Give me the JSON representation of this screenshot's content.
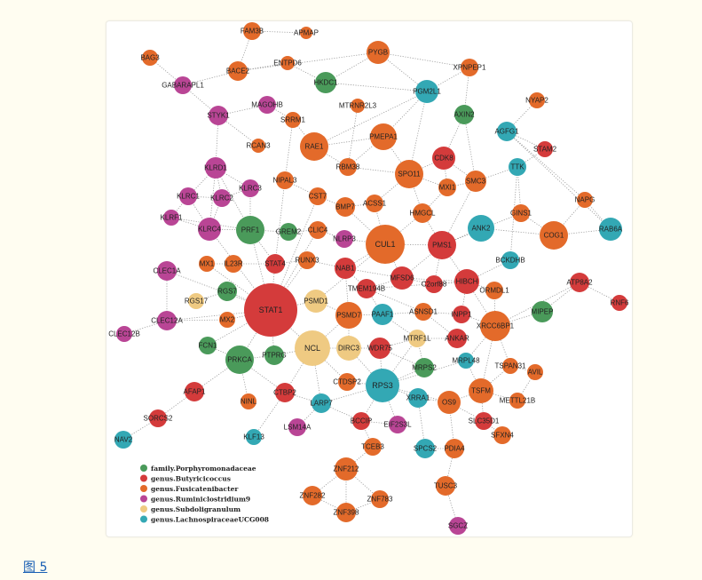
{
  "caption": {
    "label": "图 5"
  },
  "colors": {
    "green": "#4a9a5a",
    "red": "#d43b3b",
    "orange": "#e36a2a",
    "magenta": "#b94595",
    "yellow": "#efca82",
    "teal": "#33a8b4",
    "edge": "#9a9a9a"
  },
  "legend": [
    {
      "label": "family.Porphyromonadaceae",
      "color": "#4a9a5a"
    },
    {
      "label": "genus.Butyricicoccus",
      "color": "#d43b3b"
    },
    {
      "label": "genus.Fusicatenibacter",
      "color": "#e36a2a"
    },
    {
      "label": "genus.Ruminiclostridium9",
      "color": "#b94595"
    },
    {
      "label": "genus.Subdoligranulum",
      "color": "#efca82"
    },
    {
      "label": "genus.LachnospiraceaeUCG008",
      "color": "#33a8b4"
    }
  ],
  "nodes": [
    {
      "id": "FAM3B",
      "g": "orange"
    },
    {
      "id": "APMAP",
      "g": "orange"
    },
    {
      "id": "BAG3",
      "g": "orange"
    },
    {
      "id": "GABARAPL1",
      "g": "magenta"
    },
    {
      "id": "BACE2",
      "g": "orange"
    },
    {
      "id": "ENTPD6",
      "g": "orange"
    },
    {
      "id": "HKDC1",
      "g": "green"
    },
    {
      "id": "PYGB",
      "g": "orange"
    },
    {
      "id": "XPNPEP1",
      "g": "orange"
    },
    {
      "id": "PGM2L1",
      "g": "teal"
    },
    {
      "id": "MAGOHB",
      "g": "magenta"
    },
    {
      "id": "STYK1",
      "g": "magenta"
    },
    {
      "id": "MTRNR2L3",
      "g": "orange"
    },
    {
      "id": "NYAP2",
      "g": "orange"
    },
    {
      "id": "SRRM1",
      "g": "orange"
    },
    {
      "id": "AXIN2",
      "g": "green"
    },
    {
      "id": "AGFG1",
      "g": "teal"
    },
    {
      "id": "RCAN3",
      "g": "orange"
    },
    {
      "id": "RAE1",
      "g": "orange"
    },
    {
      "id": "PMEPA1",
      "g": "orange"
    },
    {
      "id": "STAM2",
      "g": "red"
    },
    {
      "id": "CDK8",
      "g": "red"
    },
    {
      "id": "RBM38",
      "g": "orange"
    },
    {
      "id": "KLRD1",
      "g": "magenta"
    },
    {
      "id": "SPO11",
      "g": "orange"
    },
    {
      "id": "TTK",
      "g": "teal"
    },
    {
      "id": "SMC3",
      "g": "orange"
    },
    {
      "id": "NIPAL3",
      "g": "orange"
    },
    {
      "id": "MXI1",
      "g": "orange"
    },
    {
      "id": "KLRC3",
      "g": "magenta"
    },
    {
      "id": "KLRC1",
      "g": "magenta"
    },
    {
      "id": "KLRC2",
      "g": "magenta"
    },
    {
      "id": "CST7",
      "g": "orange"
    },
    {
      "id": "ACSS1",
      "g": "orange"
    },
    {
      "id": "NAPG",
      "g": "orange"
    },
    {
      "id": "BMP7",
      "g": "orange"
    },
    {
      "id": "HMGCL",
      "g": "orange"
    },
    {
      "id": "GINS1",
      "g": "orange"
    },
    {
      "id": "KLRF1",
      "g": "magenta"
    },
    {
      "id": "PRF1",
      "g": "green"
    },
    {
      "id": "GREM2",
      "g": "green"
    },
    {
      "id": "CLIC4",
      "g": "orange"
    },
    {
      "id": "ANK2",
      "g": "teal"
    },
    {
      "id": "COG1",
      "g": "orange"
    },
    {
      "id": "RAB6A",
      "g": "teal"
    },
    {
      "id": "KLRC4",
      "g": "magenta"
    },
    {
      "id": "NLRP3",
      "g": "magenta"
    },
    {
      "id": "CUL1",
      "g": "orange"
    },
    {
      "id": "PMS1",
      "g": "red"
    },
    {
      "id": "RUNX3",
      "g": "orange"
    },
    {
      "id": "MX1",
      "g": "orange"
    },
    {
      "id": "IL23R",
      "g": "orange"
    },
    {
      "id": "STAT4",
      "g": "red"
    },
    {
      "id": "BCKDHB",
      "g": "teal"
    },
    {
      "id": "CLEC1A",
      "g": "magenta"
    },
    {
      "id": "NAB1",
      "g": "red"
    },
    {
      "id": "MFSD6",
      "g": "red"
    },
    {
      "id": "HIBCH",
      "g": "red"
    },
    {
      "id": "ATP8A2",
      "g": "red"
    },
    {
      "id": "C2orf88",
      "g": "red"
    },
    {
      "id": "TMEM194B",
      "g": "red"
    },
    {
      "id": "ORMDL1",
      "g": "orange"
    },
    {
      "id": "RNF6",
      "g": "red"
    },
    {
      "id": "RGS7",
      "g": "green"
    },
    {
      "id": "RGS17",
      "g": "yellow"
    },
    {
      "id": "PSMD1",
      "g": "yellow"
    },
    {
      "id": "STAT1",
      "g": "red"
    },
    {
      "id": "ASNSD1",
      "g": "orange"
    },
    {
      "id": "INPP1",
      "g": "red"
    },
    {
      "id": "PAAF1",
      "g": "teal"
    },
    {
      "id": "PSMD7",
      "g": "orange"
    },
    {
      "id": "XRCC6BP1",
      "g": "orange"
    },
    {
      "id": "MIPEP",
      "g": "green"
    },
    {
      "id": "CLEC12A",
      "g": "magenta"
    },
    {
      "id": "MX2",
      "g": "orange"
    },
    {
      "id": "CLEC12B",
      "g": "magenta"
    },
    {
      "id": "ANKAR",
      "g": "red"
    },
    {
      "id": "MTRF1L",
      "g": "yellow"
    },
    {
      "id": "FCN1",
      "g": "green"
    },
    {
      "id": "NCL",
      "g": "yellow"
    },
    {
      "id": "DIRC3",
      "g": "yellow"
    },
    {
      "id": "WDR75",
      "g": "red"
    },
    {
      "id": "MRPL48",
      "g": "teal"
    },
    {
      "id": "PRKCA",
      "g": "green"
    },
    {
      "id": "PTPRG",
      "g": "green"
    },
    {
      "id": "MRPS2",
      "g": "green"
    },
    {
      "id": "TSPAN31",
      "g": "orange"
    },
    {
      "id": "AVIL",
      "g": "orange"
    },
    {
      "id": "CTDSP2",
      "g": "orange"
    },
    {
      "id": "RPS3",
      "g": "teal"
    },
    {
      "id": "TSFM",
      "g": "orange"
    },
    {
      "id": "AFAP1",
      "g": "red"
    },
    {
      "id": "CTBP2",
      "g": "red"
    },
    {
      "id": "NINL",
      "g": "orange"
    },
    {
      "id": "LARP7",
      "g": "teal"
    },
    {
      "id": "XRRA1",
      "g": "teal"
    },
    {
      "id": "OS9",
      "g": "orange"
    },
    {
      "id": "METTL21B",
      "g": "orange"
    },
    {
      "id": "SORCS2",
      "g": "red"
    },
    {
      "id": "BCCIP",
      "g": "red"
    },
    {
      "id": "SLC35D1",
      "g": "red"
    },
    {
      "id": "LSM14A",
      "g": "magenta"
    },
    {
      "id": "EIF2S3L",
      "g": "magenta"
    },
    {
      "id": "SFXN4",
      "g": "orange"
    },
    {
      "id": "KLF13",
      "g": "teal"
    },
    {
      "id": "NAV2",
      "g": "teal"
    },
    {
      "id": "TCEB3",
      "g": "orange"
    },
    {
      "id": "SPCS2",
      "g": "teal"
    },
    {
      "id": "PDIA4",
      "g": "orange"
    },
    {
      "id": "ZNF212",
      "g": "orange"
    },
    {
      "id": "TUSC3",
      "g": "orange"
    },
    {
      "id": "ZNF282",
      "g": "orange"
    },
    {
      "id": "ZNF783",
      "g": "orange"
    },
    {
      "id": "ZNF398",
      "g": "orange"
    },
    {
      "id": "SGCZ",
      "g": "magenta"
    }
  ],
  "edges": [
    [
      "FAM3B",
      "APMAP"
    ],
    [
      "FAM3B",
      "BACE2"
    ],
    [
      "BAG3",
      "GABARAPL1"
    ],
    [
      "GABARAPL1",
      "BACE2"
    ],
    [
      "GABARAPL1",
      "STYK1"
    ],
    [
      "BACE2",
      "ENTPD6"
    ],
    [
      "BACE2",
      "PYGB"
    ],
    [
      "ENTPD6",
      "HKDC1"
    ],
    [
      "HKDC1",
      "PYGB"
    ],
    [
      "HKDC1",
      "PGM2L1"
    ],
    [
      "PYGB",
      "XPNPEP1"
    ],
    [
      "PYGB",
      "PGM2L1"
    ],
    [
      "XPNPEP1",
      "PGM2L1"
    ],
    [
      "XPNPEP1",
      "AXIN2"
    ],
    [
      "PGM2L1",
      "PMEPA1"
    ],
    [
      "PGM2L1",
      "RAE1"
    ],
    [
      "PGM2L1",
      "SPO11"
    ],
    [
      "MAGOHB",
      "STYK1"
    ],
    [
      "MAGOHB",
      "SRRM1"
    ],
    [
      "STYK1",
      "KLRD1"
    ],
    [
      "STYK1",
      "RCAN3"
    ],
    [
      "SRRM1",
      "RAE1"
    ],
    [
      "SRRM1",
      "NIPAL3"
    ],
    [
      "MTRNR2L3",
      "RBM38"
    ],
    [
      "NYAP2",
      "AGFG1"
    ],
    [
      "AXIN2",
      "CDK8"
    ],
    [
      "AXIN2",
      "SMC3"
    ],
    [
      "AGFG1",
      "STAM2"
    ],
    [
      "AGFG1",
      "NAPG"
    ],
    [
      "AGFG1",
      "RAB6A"
    ],
    [
      "RAE1",
      "PMEPA1"
    ],
    [
      "RAE1",
      "RBM38"
    ],
    [
      "PMEPA1",
      "RBM38"
    ],
    [
      "PMEPA1",
      "SPO11"
    ],
    [
      "STAM2",
      "TTK"
    ],
    [
      "CDK8",
      "SPO11"
    ],
    [
      "CDK8",
      "MXI1"
    ],
    [
      "CDK8",
      "SMC3"
    ],
    [
      "RBM38",
      "SPO11"
    ],
    [
      "SPO11",
      "MXI1"
    ],
    [
      "SPO11",
      "HMGCL"
    ],
    [
      "SPO11",
      "ACSS1"
    ],
    [
      "TTK",
      "SMC3"
    ],
    [
      "TTK",
      "GINS1"
    ],
    [
      "TTK",
      "BCKDHB"
    ],
    [
      "SMC3",
      "MXI1"
    ],
    [
      "SMC3",
      "PMS1"
    ],
    [
      "NIPAL3",
      "CST7"
    ],
    [
      "NIPAL3",
      "STAT4"
    ],
    [
      "KLRD1",
      "KLRC3"
    ],
    [
      "KLRD1",
      "KLRC2"
    ],
    [
      "KLRD1",
      "KLRC1"
    ],
    [
      "KLRD1",
      "KLRC4"
    ],
    [
      "KLRD1",
      "PRF1"
    ],
    [
      "KLRC1",
      "KLRC2"
    ],
    [
      "KLRC1",
      "KLRF1"
    ],
    [
      "KLRC1",
      "KLRC4"
    ],
    [
      "KLRC2",
      "KLRC3"
    ],
    [
      "KLRC2",
      "KLRC4"
    ],
    [
      "KLRC3",
      "PRF1"
    ],
    [
      "KLRF1",
      "KLRC4"
    ],
    [
      "KLRF1",
      "PRF1"
    ],
    [
      "KLRC4",
      "PRF1"
    ],
    [
      "KLRC4",
      "STAT1"
    ],
    [
      "PRF1",
      "GREM2"
    ],
    [
      "PRF1",
      "STAT4"
    ],
    [
      "PRF1",
      "STAT1"
    ],
    [
      "GREM2",
      "CLIC4"
    ],
    [
      "CST7",
      "BMP7"
    ],
    [
      "CST7",
      "STAT1"
    ],
    [
      "BMP7",
      "ACSS1"
    ],
    [
      "BMP7",
      "CUL1"
    ],
    [
      "HMGCL",
      "CUL1"
    ],
    [
      "HMGCL",
      "PMS1"
    ],
    [
      "ANK2",
      "COG1"
    ],
    [
      "ANK2",
      "PMS1"
    ],
    [
      "COG1",
      "NAPG"
    ],
    [
      "COG1",
      "RAB6A"
    ],
    [
      "COG1",
      "GINS1"
    ],
    [
      "NAPG",
      "RAB6A"
    ],
    [
      "CLIC4",
      "NLRP3"
    ],
    [
      "CLIC4",
      "STAT1"
    ],
    [
      "NLRP3",
      "CUL1"
    ],
    [
      "CUL1",
      "PMS1"
    ],
    [
      "CUL1",
      "NAB1"
    ],
    [
      "CUL1",
      "MFSD6"
    ],
    [
      "CUL1",
      "PSMD1"
    ],
    [
      "PMS1",
      "HIBCH"
    ],
    [
      "PMS1",
      "MFSD6"
    ],
    [
      "PMS1",
      "C2orf88"
    ],
    [
      "RUNX3",
      "STAT4"
    ],
    [
      "RUNX3",
      "STAT1"
    ],
    [
      "RUNX3",
      "NAB1"
    ],
    [
      "MX1",
      "IL23R"
    ],
    [
      "MX1",
      "STAT1"
    ],
    [
      "IL23R",
      "STAT4"
    ],
    [
      "STAT4",
      "STAT1"
    ],
    [
      "BCKDHB",
      "HIBCH"
    ],
    [
      "ATP8A2",
      "RNF6"
    ],
    [
      "ATP8A2",
      "MIPEP"
    ],
    [
      "ATP8A2",
      "XRCC6BP1"
    ],
    [
      "HIBCH",
      "C2orf88"
    ],
    [
      "HIBCH",
      "ORMDL1"
    ],
    [
      "HIBCH",
      "MFSD6"
    ],
    [
      "HIBCH",
      "TMEM194B"
    ],
    [
      "HIBCH",
      "XRCC6BP1"
    ],
    [
      "HIBCH",
      "INPP1"
    ],
    [
      "NAB1",
      "TMEM194B"
    ],
    [
      "NAB1",
      "MFSD6"
    ],
    [
      "NAB1",
      "PSMD7"
    ],
    [
      "TMEM194B",
      "MFSD6"
    ],
    [
      "TMEM194B",
      "PAAF1"
    ],
    [
      "TMEM194B",
      "ASNSD1"
    ],
    [
      "MFSD6",
      "C2orf88"
    ],
    [
      "ORMDL1",
      "XRCC6BP1"
    ],
    [
      "RGS17",
      "RGS7"
    ],
    [
      "RGS7",
      "STAT1"
    ],
    [
      "CLEC1A",
      "STAT1"
    ],
    [
      "CLEC1A",
      "CLEC12A"
    ],
    [
      "CLEC12A",
      "CLEC12B"
    ],
    [
      "CLEC12A",
      "MX2"
    ],
    [
      "CLEC12A",
      "STAT1"
    ],
    [
      "MX2",
      "STAT1"
    ],
    [
      "STAT1",
      "PSMD1"
    ],
    [
      "STAT1",
      "NCL"
    ],
    [
      "STAT1",
      "PTPRG"
    ],
    [
      "STAT1",
      "PRKCA"
    ],
    [
      "STAT1",
      "FCN1"
    ],
    [
      "PSMD1",
      "PSMD7"
    ],
    [
      "PSMD7",
      "PAAF1"
    ],
    [
      "PSMD7",
      "NCL"
    ],
    [
      "PSMD7",
      "DIRC3"
    ],
    [
      "PAAF1",
      "ASNSD1"
    ],
    [
      "PAAF1",
      "MTRF1L"
    ],
    [
      "ASNSD1",
      "INPP1"
    ],
    [
      "ASNSD1",
      "ANKAR"
    ],
    [
      "INPP1",
      "XRCC6BP1"
    ],
    [
      "XRCC6BP1",
      "MIPEP"
    ],
    [
      "XRCC6BP1",
      "MRPL48"
    ],
    [
      "XRCC6BP1",
      "TSFM"
    ],
    [
      "XRCC6BP1",
      "TSPAN31"
    ],
    [
      "ANKAR",
      "MTRF1L"
    ],
    [
      "MTRF1L",
      "MRPS2"
    ],
    [
      "MTRF1L",
      "WDR75"
    ],
    [
      "MTRF1L",
      "RPS3"
    ],
    [
      "NCL",
      "DIRC3"
    ],
    [
      "NCL",
      "PTPRG"
    ],
    [
      "NCL",
      "CTDSP2"
    ],
    [
      "NCL",
      "LARP7"
    ],
    [
      "NCL",
      "CTBP2"
    ],
    [
      "DIRC3",
      "WDR75"
    ],
    [
      "DIRC3",
      "RPS3"
    ],
    [
      "WDR75",
      "RPS3"
    ],
    [
      "WDR75",
      "MRPS2"
    ],
    [
      "MRPL48",
      "TSFM"
    ],
    [
      "MRPL48",
      "RPS3"
    ],
    [
      "PRKCA",
      "FCN1"
    ],
    [
      "PRKCA",
      "PTPRG"
    ],
    [
      "PRKCA",
      "AFAP1"
    ],
    [
      "PRKCA",
      "NINL"
    ],
    [
      "PRKCA",
      "CTBP2"
    ],
    [
      "MRPS2",
      "RPS3"
    ],
    [
      "TSPAN31",
      "AVIL"
    ],
    [
      "TSPAN31",
      "TSFM"
    ],
    [
      "AVIL",
      "METTL21B"
    ],
    [
      "TSFM",
      "OS9"
    ],
    [
      "TSFM",
      "METTL21B"
    ],
    [
      "TSFM",
      "SLC35D1"
    ],
    [
      "CTDSP2",
      "RPS3"
    ],
    [
      "RPS3",
      "XRRA1"
    ],
    [
      "RPS3",
      "OS9"
    ],
    [
      "RPS3",
      "LARP7"
    ],
    [
      "RPS3",
      "BCCIP"
    ],
    [
      "RPS3",
      "EIF2S3L"
    ],
    [
      "AFAP1",
      "SORCS2"
    ],
    [
      "CTBP2",
      "LARP7"
    ],
    [
      "LARP7",
      "LSM14A"
    ],
    [
      "LARP7",
      "BCCIP"
    ],
    [
      "XRRA1",
      "OS9"
    ],
    [
      "XRRA1",
      "SPCS2"
    ],
    [
      "OS9",
      "PDIA4"
    ],
    [
      "OS9",
      "SLC35D1"
    ],
    [
      "SORCS2",
      "NAV2"
    ],
    [
      "BCCIP",
      "TCEB3"
    ],
    [
      "BCCIP",
      "EIF2S3L"
    ],
    [
      "SLC35D1",
      "SFXN4"
    ],
    [
      "CTBP2",
      "KLF13"
    ],
    [
      "SPCS2",
      "PDIA4"
    ],
    [
      "PDIA4",
      "TUSC3"
    ],
    [
      "ZNF212",
      "ZNF282"
    ],
    [
      "ZNF212",
      "ZNF783"
    ],
    [
      "ZNF212",
      "ZNF398"
    ],
    [
      "ZNF282",
      "ZNF398"
    ],
    [
      "ZNF783",
      "ZNF398"
    ],
    [
      "TUSC3",
      "SGCZ"
    ],
    [
      "TCEB3",
      "ZNF212"
    ],
    [
      "MXI1",
      "HMGCL"
    ],
    [
      "ACSS1",
      "CUL1"
    ],
    [
      "GINS1",
      "PMS1"
    ]
  ]
}
